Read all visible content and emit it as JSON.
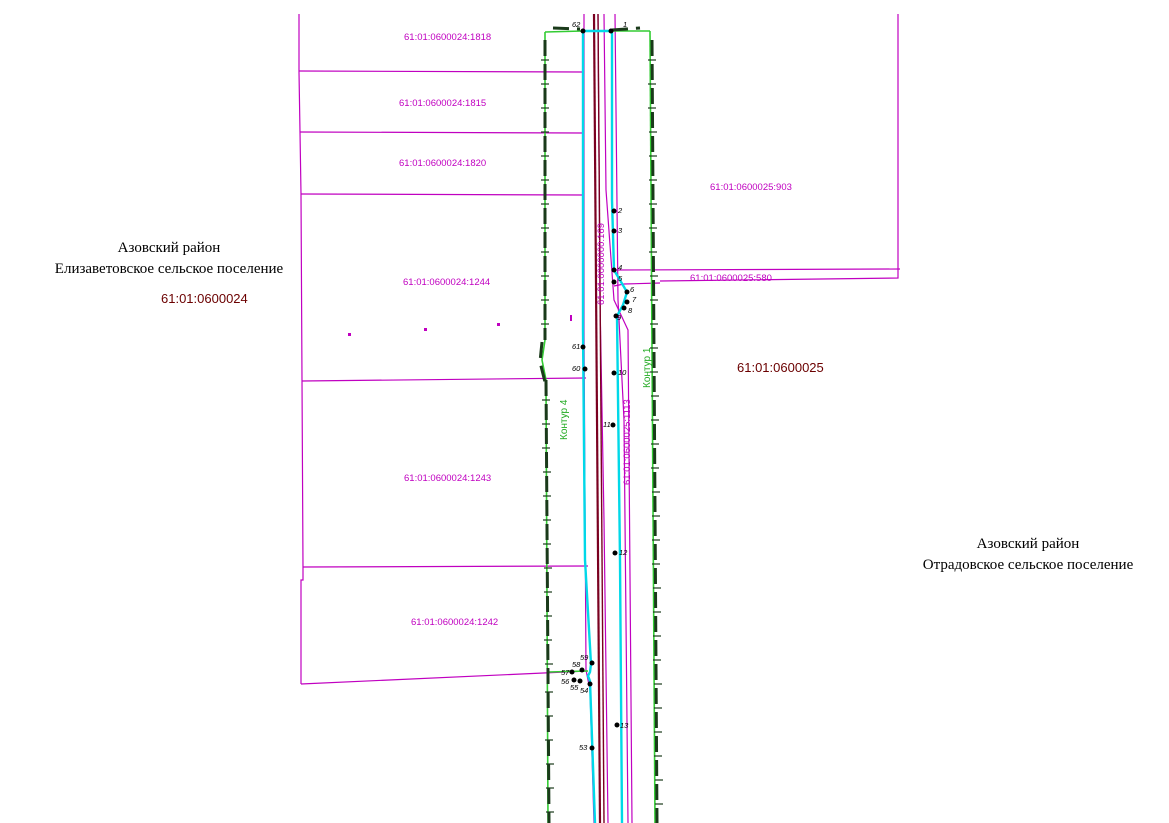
{
  "regions": {
    "west_district": "Азовский район",
    "west_settlement": "Елизаветовское сельское поселение",
    "east_district": "Азовский район",
    "east_settlement": "Отрадовское сельское поселение"
  },
  "quarters": {
    "west": "61:01:0600024",
    "east": "61:01:0600025"
  },
  "parcels": {
    "p1818": "61:01:0600024:1818",
    "p1815": "61:01:0600024:1815",
    "p1820": "61:01:0600024:1820",
    "p1244": "61:01:0600024:1244",
    "p1243": "61:01:0600024:1243",
    "p1242": "61:01:0600024:1242",
    "p903": "61:01:0600025:903",
    "p580": "61:01:0600025:580",
    "p1113": "61:01:0600025:1113",
    "road_vertical": "61:01:0000000:169"
  },
  "contours": {
    "c4": "Контур 4",
    "c1": "Контур 1"
  },
  "points": {
    "p1": "1",
    "p2": "2",
    "p3": "3",
    "p4": "4",
    "p5": "5",
    "p6": "6",
    "p7": "7",
    "p8": "8",
    "p9": "9",
    "p10": "10",
    "p11": "11",
    "p12": "12",
    "p13": "13",
    "p53": "53",
    "p54": "54",
    "p55": "55",
    "p56": "56",
    "p57": "57",
    "p58": "58",
    "p59": "59",
    "p60": "60",
    "p61": "61",
    "p62": "62"
  },
  "colors": {
    "parcel_boundary": "#c000c0",
    "road_axis": "#7a0020",
    "contour_cyan": "#00d8e8",
    "contour_green": "#33cc33",
    "zone_dash": "#000000",
    "quarter_label": "#6b0000"
  }
}
